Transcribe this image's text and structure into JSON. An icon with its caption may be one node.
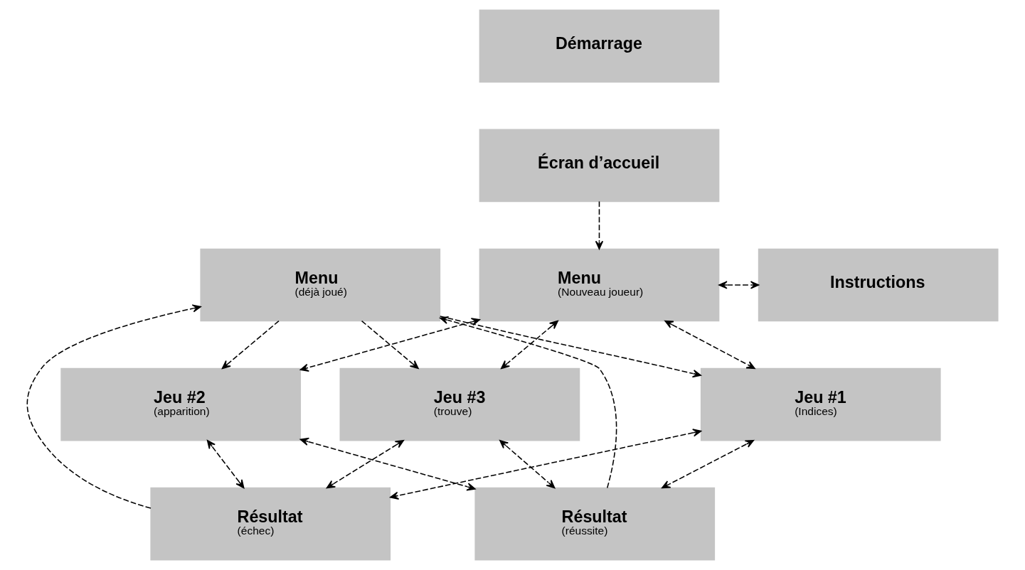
{
  "diagram": {
    "nodes": [
      {
        "text": [
          "Démarrage"
        ]
      },
      {
        "text": [
          "Écran d’accueil"
        ]
      },
      {
        "text": [
          "Menu",
          "(déjà joué)"
        ]
      },
      {
        "text": [
          "Menu",
          "(Nouveau joueur)"
        ]
      },
      {
        "text": [
          "Instructions"
        ]
      },
      {
        "text": [
          "Jeu #1",
          "(Indices)"
        ]
      },
      {
        "text": [
          "Jeu #2",
          "(apparition)"
        ]
      },
      {
        "text": [
          "Jeu #3",
          "(trouve)"
        ]
      },
      {
        "text": [
          "Résultat",
          "(réussite)"
        ]
      },
      {
        "text": [
          "Résultat",
          "(échec)"
        ]
      }
    ],
    "edges": [
      {
        "from": 1,
        "to": 3,
        "arrow": "to",
        "style": "dashed"
      },
      {
        "from": 3,
        "to": 4,
        "arrow": "both",
        "style": "dashed"
      },
      {
        "from": 2,
        "to": 5,
        "arrow": "to",
        "style": "dashed"
      },
      {
        "from": 2,
        "to": 6,
        "arrow": "to",
        "style": "dashed"
      },
      {
        "from": 2,
        "to": 7,
        "arrow": "to",
        "style": "dashed"
      },
      {
        "from": 3,
        "to": 5,
        "arrow": "both",
        "style": "dashed"
      },
      {
        "from": 3,
        "to": 6,
        "arrow": "both",
        "style": "dashed"
      },
      {
        "from": 3,
        "to": 7,
        "arrow": "both",
        "style": "dashed"
      },
      {
        "from": 5,
        "to": 8,
        "arrow": "both",
        "style": "dashed"
      },
      {
        "from": 5,
        "to": 9,
        "arrow": "both",
        "style": "dashed"
      },
      {
        "from": 6,
        "to": 8,
        "arrow": "both",
        "style": "dashed"
      },
      {
        "from": 6,
        "to": 9,
        "arrow": "both",
        "style": "dashed"
      },
      {
        "from": 7,
        "to": 8,
        "arrow": "both",
        "style": "dashed"
      },
      {
        "from": 7,
        "to": 9,
        "arrow": "both",
        "style": "dashed"
      },
      {
        "from": 8,
        "to": 2,
        "arrow": "to",
        "style": "dashed"
      },
      {
        "from": 9,
        "to": 2,
        "arrow": "to",
        "style": "dashed"
      }
    ]
  }
}
